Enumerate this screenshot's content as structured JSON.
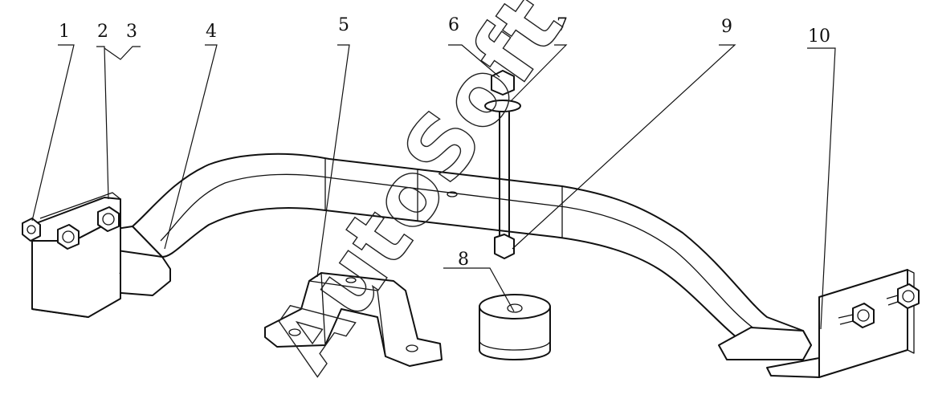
{
  "labels": [
    "1",
    "2",
    "3",
    "4",
    "5",
    "6",
    "7",
    "8",
    "9",
    "10"
  ],
  "watermark": "AutoSoft"
}
